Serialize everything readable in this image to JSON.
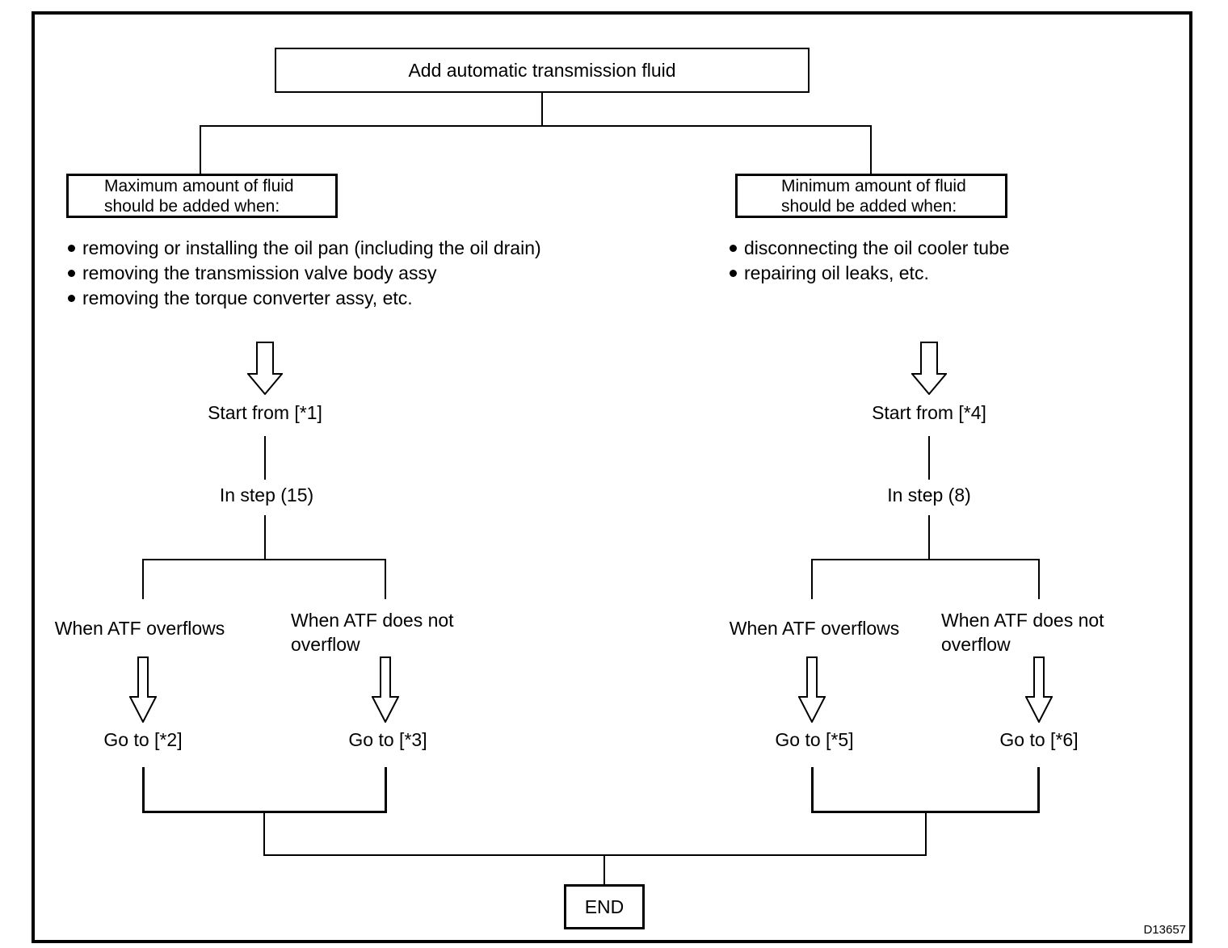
{
  "title_box": "Add automatic transmission fluid",
  "end_box": "END",
  "figure_code": "D13657",
  "icons": {
    "bullet": "filled-circle-dot",
    "flow_arrow": "hollow-down-arrow"
  },
  "left_branch": {
    "header_line1": "Maximum amount of fluid",
    "header_line2": "should be added when:",
    "bullets": [
      "removing or installing the oil pan (including the oil drain)",
      "removing the transmission valve body assy",
      "removing the torque converter assy, etc."
    ],
    "start": "Start from [*1]",
    "step": "In step (15)",
    "cond_overflow": "When ATF overflows",
    "cond_no_overflow": "When ATF does not overflow",
    "goto_overflow": "Go to [*2]",
    "goto_no_overflow": "Go to [*3]"
  },
  "right_branch": {
    "header_line1": "Minimum amount of fluid",
    "header_line2": "should be added when:",
    "bullets": [
      "disconnecting the oil cooler tube",
      "repairing oil leaks, etc."
    ],
    "start": "Start from [*4]",
    "step": "In step (8)",
    "cond_overflow": "When ATF overflows",
    "cond_no_overflow": "When ATF does not overflow",
    "goto_overflow": "Go to [*5]",
    "goto_no_overflow": "Go to [*6]"
  }
}
